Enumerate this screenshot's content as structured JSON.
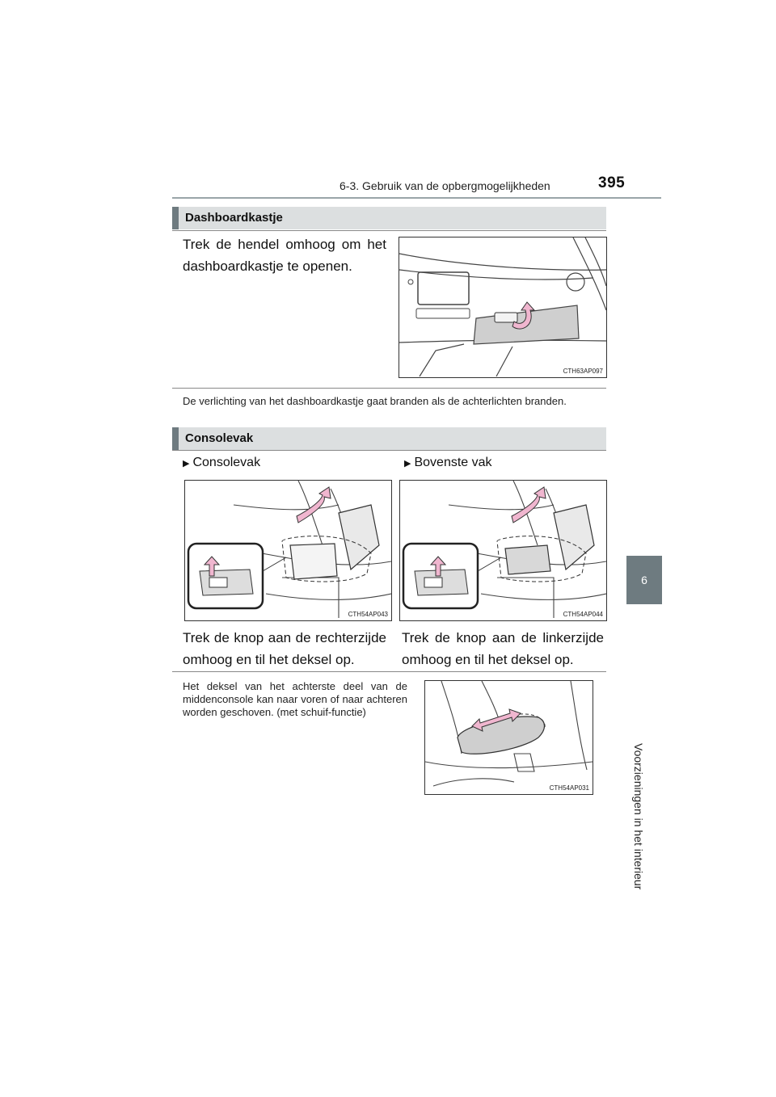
{
  "header": {
    "section_title": "6-3. Gebruik van de opbergmogelijkheden",
    "page_number": "395"
  },
  "side_tab": {
    "chapter_number": "6",
    "chapter_title": "Voorzieningen in het interieur"
  },
  "dashboard": {
    "heading": "Dashboardkastje",
    "instruction": "Trek de hendel omhoog om het dashboardkastje te openen.",
    "figure_code": "CTH63AP097",
    "note": "De verlichting van het dashboardkastje gaat branden als de achterlichten branden."
  },
  "console": {
    "heading": "Consolevak",
    "left": {
      "bullet": "Consolevak",
      "figure_code": "CTH54AP043",
      "caption": "Trek de knop aan de rechterzijde omhoog en til het deksel op."
    },
    "right": {
      "bullet": "Bovenste vak",
      "figure_code": "CTH54AP044",
      "caption": "Trek de knop aan de linkerzijde omhoog en til het deksel op."
    },
    "slide_note": "Het deksel van het achterste deel van de middenconsole kan naar voren of naar achteren worden geschoven. (met schuif-functie)",
    "slide_figure_code": "CTH54AP031"
  },
  "colors": {
    "tab_gray": "#6e7b80",
    "heading_bg": "#dcdfe0",
    "arrow_pink": "#f0b6cf"
  }
}
